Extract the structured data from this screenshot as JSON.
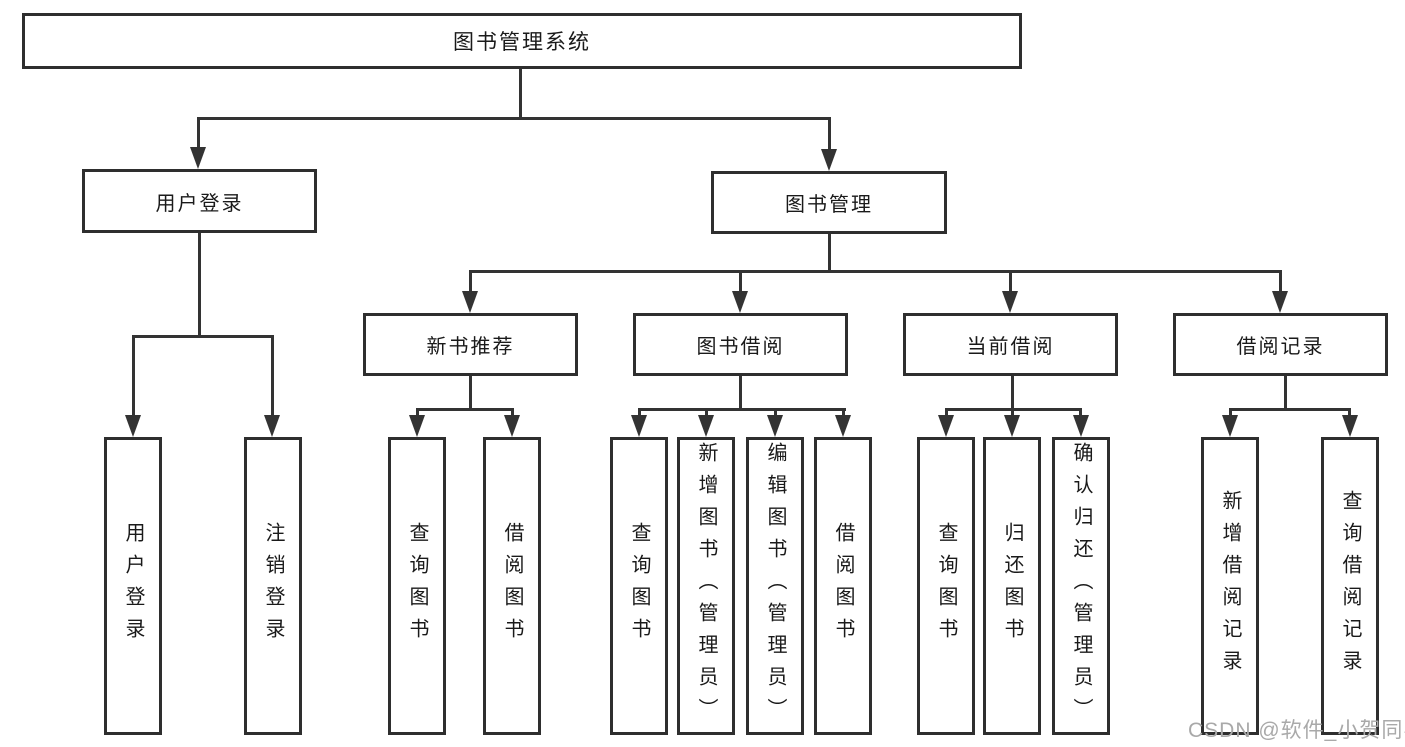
{
  "diagram": {
    "root": "图书管理系统",
    "level2": {
      "user_login": "用户登录",
      "book_management": "图书管理"
    },
    "level3": {
      "new_book_recommend": "新书推荐",
      "book_borrow": "图书借阅",
      "current_borrow": "当前借阅",
      "borrow_records": "借阅记录"
    },
    "leaves": {
      "user_login": "用户登录",
      "logout": "注销登录",
      "recommend_query_books": "查询图书",
      "recommend_borrow_books": "借阅图书",
      "borrow_query_books": "查询图书",
      "borrow_add_books": "新增图书（管理员）",
      "borrow_edit_books": "编辑图书（管理员）",
      "borrow_borrow_books": "借阅图书",
      "current_query_books": "查询图书",
      "current_return_books": "归还图书",
      "current_confirm_return": "确认归还（管理员）",
      "records_add_record": "新增借阅记录",
      "records_query_record": "查询借阅记录"
    }
  },
  "watermark": "CSDN @软件_小贺同学",
  "colors": {
    "background": "#ffffff",
    "box_border": "#2e2e2e",
    "box_fill": "#ffffff",
    "line": "#333333",
    "text": "#1a1a1a",
    "watermark": "#a9a9a9"
  }
}
